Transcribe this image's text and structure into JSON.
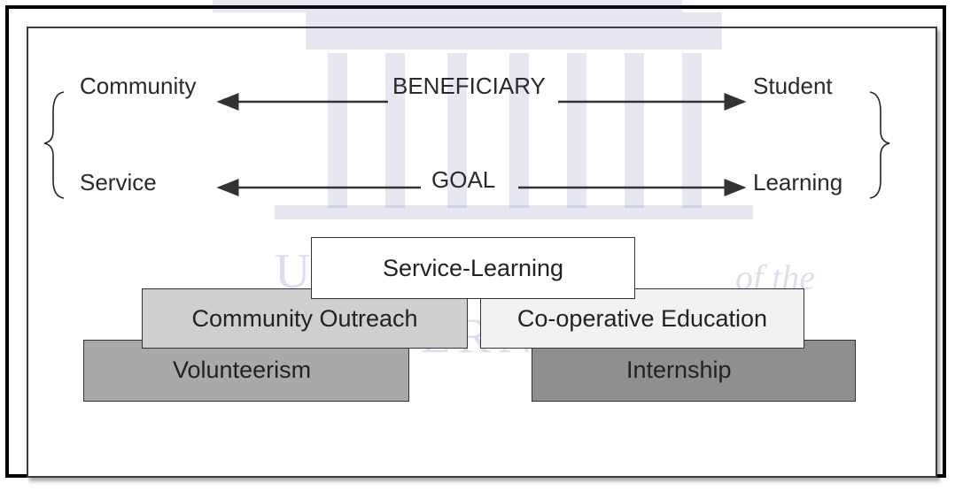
{
  "top_row": {
    "left": "Community",
    "center": "BENEFICIARY",
    "right": "Student"
  },
  "bottom_row": {
    "left": "Service",
    "center": "GOAL",
    "right": "Learning"
  },
  "blocks": {
    "service_learning": "Service-Learning",
    "community_outreach": "Community Outreach",
    "cooperative_education": "Co-operative Education",
    "volunteerism": "Volunteerism",
    "internship": "Internship"
  },
  "watermark": {
    "line1": "UNIVERSITY",
    "line1_suffix": "of the",
    "line2": "WESTERN CAPE"
  },
  "colors": {
    "volunteerism": "#a9a9a9",
    "internship": "#8f8f8f",
    "community_outreach": "#cfcfcf",
    "cooperative_education": "#f2f2f2",
    "service_learning": "#ffffff"
  }
}
